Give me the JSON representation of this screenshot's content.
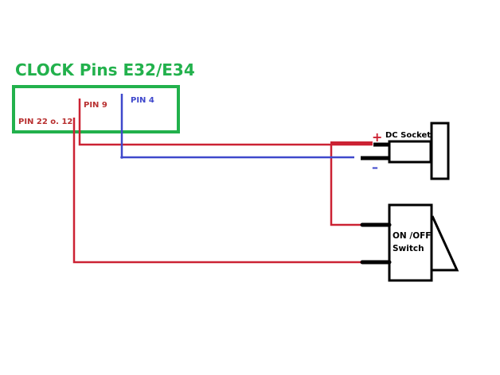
{
  "title": "CLOCK Pins E32/E34",
  "pins": {
    "pin22": "PIN 22 o. 12",
    "pin9": "PIN 9",
    "pin4": "PIN 4"
  },
  "dc_socket": {
    "label": "DC Socket",
    "plus": "+",
    "minus": "–"
  },
  "switch": {
    "line1": "ON /OFF",
    "line2": "Switch"
  },
  "colors": {
    "green": "#22b14c",
    "red": "#cc2233",
    "blue": "#3f48cc",
    "black": "#000000",
    "red_label": "#b83030"
  }
}
